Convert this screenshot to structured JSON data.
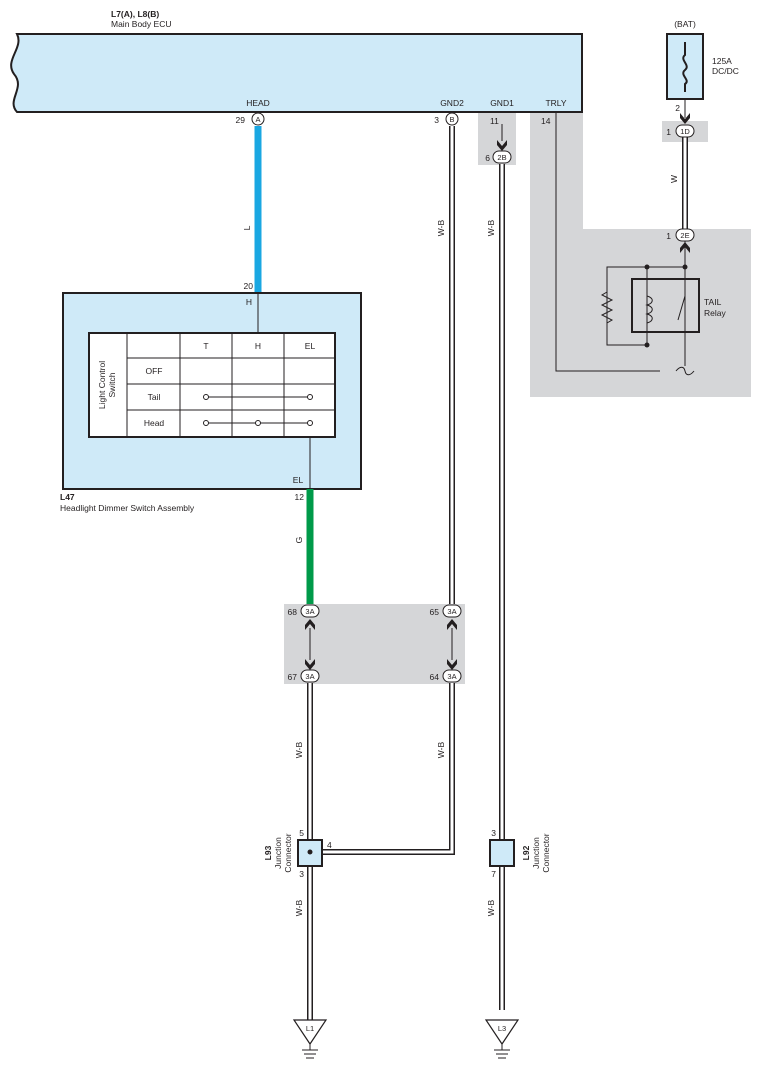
{
  "ecu": {
    "ref": "L7(A), L8(B)",
    "name": "Main Body ECU",
    "terminals": [
      {
        "name": "HEAD",
        "pin": "29",
        "connector": "A"
      },
      {
        "name": "GND2",
        "pin": "3",
        "connector": "B"
      },
      {
        "name": "GND1",
        "pin": "11"
      },
      {
        "name": "TRLY",
        "pin": "14"
      }
    ]
  },
  "battery": {
    "label": "(BAT)",
    "fuse_label": "125A",
    "fuse_label_2": "DC/DC",
    "pin": "2"
  },
  "tail_relay": {
    "label": "TAIL",
    "label_2": "Relay"
  },
  "junction_blocks": {
    "j1d": {
      "pin": "1",
      "id": "1D"
    },
    "j2e": {
      "pin": "1",
      "id": "2E"
    },
    "j2b": {
      "pin": "6",
      "id": "2B"
    },
    "j3a_68": {
      "pin": "68",
      "id": "3A"
    },
    "j3a_65": {
      "pin": "65",
      "id": "3A"
    },
    "j3a_67": {
      "pin": "67",
      "id": "3A"
    },
    "j3a_64": {
      "pin": "64",
      "id": "3A"
    }
  },
  "wire_colors": {
    "head": "L",
    "gnd2": "W-B",
    "gnd1": "W-B",
    "bat": "W",
    "el": "G",
    "l93_top": "W-B",
    "gnd2_lower": "W-B",
    "l93_bottom": "W-B",
    "l92_bottom": "W-B"
  },
  "dimmer_switch": {
    "ref": "L47",
    "name": "Headlight Dimmer Switch Assembly",
    "pin_h": "20",
    "term_h": "H",
    "pin_el": "12",
    "term_el": "EL",
    "table_title_1": "Light Control",
    "table_title_2": "Switch",
    "columns": [
      "T",
      "H",
      "EL"
    ],
    "rows": [
      "OFF",
      "Tail",
      "Head"
    ]
  },
  "l93": {
    "ref": "L93",
    "name_1": "Junction",
    "name_2": "Connector",
    "pin_top": "5",
    "pin_side": "4",
    "pin_bottom": "3"
  },
  "l92": {
    "ref": "L92",
    "name_1": "Junction",
    "name_2": "Connector",
    "pin_top": "3",
    "pin_bottom": "7"
  },
  "grounds": {
    "g1": "L1",
    "g2": "L3"
  },
  "colors": {
    "ecu_fill": "#cfeaf8",
    "shade": "#d5d6d8",
    "wire_blue": "#1aa7e2",
    "wire_green": "#009a49",
    "line": "#231f20"
  }
}
